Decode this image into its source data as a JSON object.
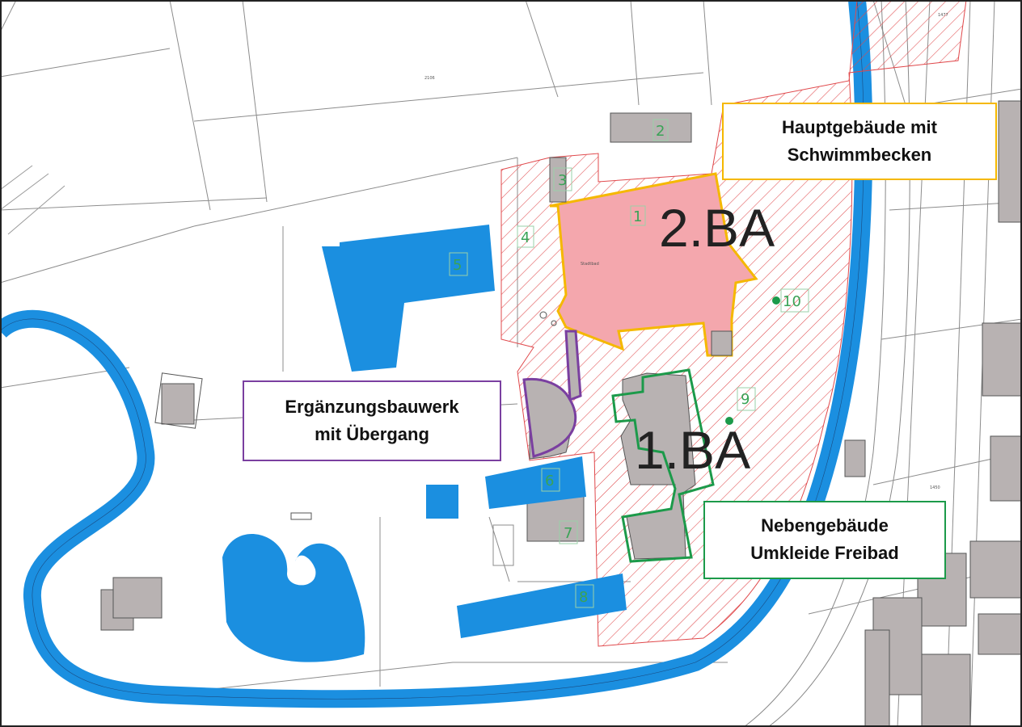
{
  "callouts": {
    "main_building": [
      "Hauptgebäude mit",
      "Schwimmbecken"
    ],
    "auxiliary": [
      "Ergänzungsbauwerk",
      "mit Übergang"
    ],
    "side_building": [
      "Nebengebäude",
      "Umkleide Freibad"
    ]
  },
  "phases": {
    "phase_2": "2.BA",
    "phase_1": "1.BA"
  },
  "building_numbers": [
    "1",
    "2",
    "3",
    "4",
    "5",
    "6",
    "7",
    "8",
    "9",
    "10"
  ],
  "map_labels": {
    "stadtbad": "Stadtbad",
    "parcel_2106": "2106",
    "parcel_1477": "1477",
    "parcel_1450": "1450"
  },
  "colors": {
    "water": "#1b8fe0",
    "hatch": "#e0484b",
    "main_fill": "#f4a7ad",
    "existing_building": "#b8b2b2",
    "outline_main": "#f5b800",
    "outline_aux": "#7a3fa0",
    "outline_side": "#1c9a4a",
    "number_green": "#3aa356"
  }
}
